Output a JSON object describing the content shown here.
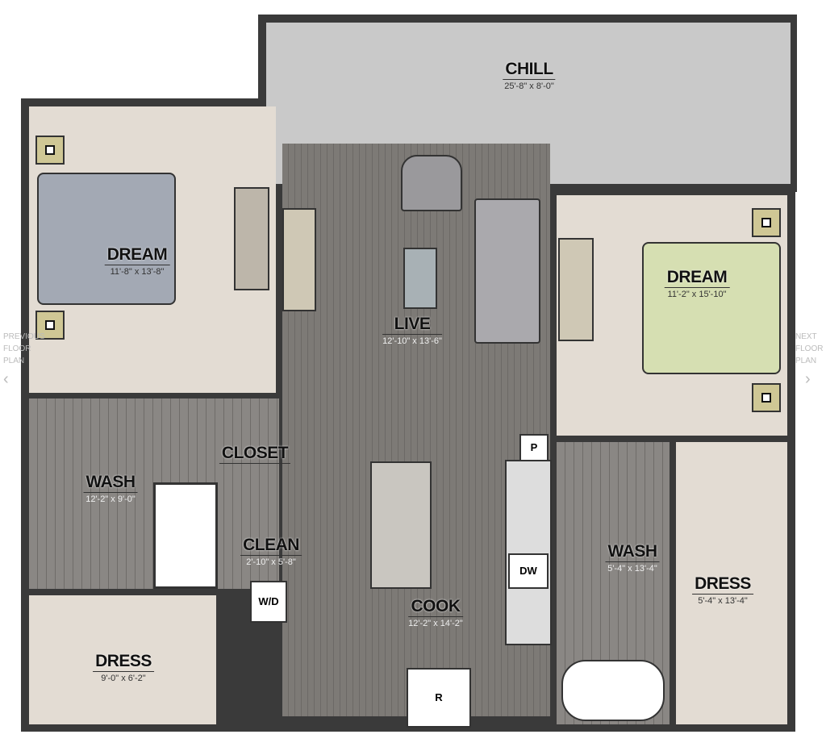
{
  "nav": {
    "previous": "PREVIOUS FLOOR PLAN",
    "next": "NEXT FLOOR PLAN",
    "prev_icon": "chevron-left-icon",
    "next_icon": "chevron-right-icon"
  },
  "rooms": {
    "chill": {
      "name": "CHILL",
      "dim": "25'-8\" x 8'-0\""
    },
    "dream1": {
      "name": "DREAM",
      "dim": "11'-8\" x 13'-8\""
    },
    "dream2": {
      "name": "DREAM",
      "dim": "11'-2\" x 15'-10\""
    },
    "live": {
      "name": "LIVE",
      "dim": "12'-10\" x 13'-6\""
    },
    "wash1": {
      "name": "WASH",
      "dim": "12'-2\" x 9'-0\""
    },
    "closet": {
      "name": "CLOSET"
    },
    "clean": {
      "name": "CLEAN",
      "dim": "2'-10\" x 5'-8\""
    },
    "cook": {
      "name": "COOK",
      "dim": "12'-2\" x 14'-2\""
    },
    "wash2": {
      "name": "WASH",
      "dim": "5'-4\" x 13'-4\""
    },
    "dress2": {
      "name": "DRESS",
      "dim": "5'-4\" x 13'-4\""
    },
    "dress1": {
      "name": "DRESS",
      "dim": "9'-0\" x 6'-2\""
    }
  },
  "fixtures": {
    "pantry": "P",
    "dishwasher": "DW",
    "washer_dryer": "W/D",
    "refrigerator": "R"
  },
  "colors": {
    "carpet": "#e3dcd3",
    "wood": "#7d7a76",
    "bed_blue": "#a3a9b4",
    "bed_green": "#d6dfb2",
    "patio": "#c9c9c9"
  }
}
